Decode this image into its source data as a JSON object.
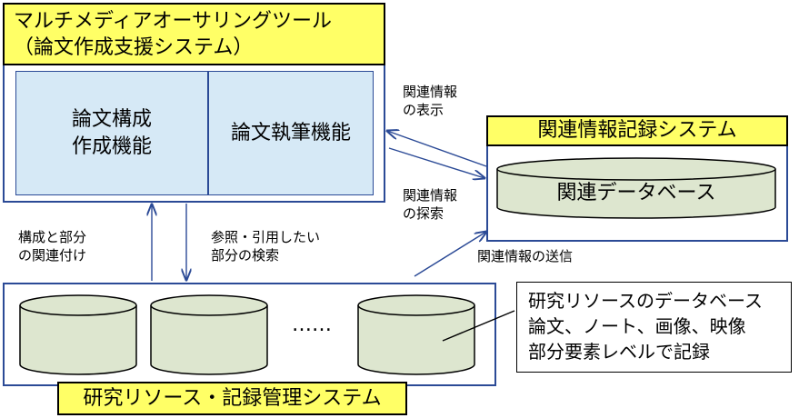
{
  "top_system": {
    "title_line1": "マルチメディアオーサリングツール",
    "title_line2": "（論文作成支援システム）",
    "cell_left": "論文構成\n作成機能",
    "cell_right": "論文執筆機能"
  },
  "related_system": {
    "title": "関連情報記録システム",
    "database": "関連データベース"
  },
  "bottom_system": {
    "title": "研究リソース・記録管理システム",
    "dots": "……",
    "callout": "研究リソースのデータベース\n論文、ノート、画像、映像\n部分要素レベルで記録"
  },
  "labels": {
    "display": "関連情報\nの表示",
    "search": "関連情報\nの探索",
    "send": "関連情報の送信",
    "link": "構成と部分\nの関連付け",
    "reference": "参照・引用したい\n部分の検索"
  },
  "colors": {
    "accent_blue": "#2b4a96",
    "title_yellow": "#ffff66",
    "cell_blue": "#d6e9f6",
    "db_fill": "#dde6cf"
  }
}
